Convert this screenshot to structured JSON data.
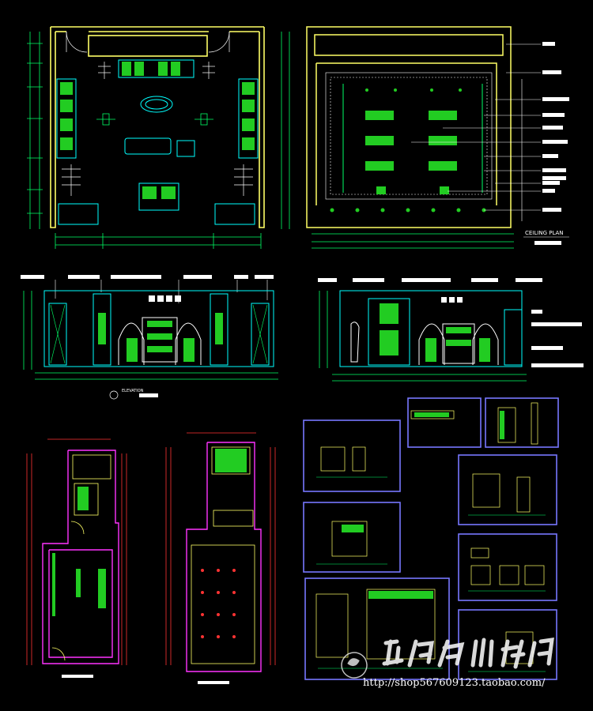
{
  "colors": {
    "background": "#000000",
    "wall": "#ffff66",
    "dimension": "#00ff66",
    "furniture": "#00ffff",
    "detail": "#66ff33",
    "magenta": "#ff33ff",
    "red": "#ff3333",
    "panel_frame": "#7777ff",
    "white": "#ffffff"
  },
  "ceiling_plan": {
    "caption_en": "CEILING PLAN"
  },
  "elevation": {
    "caption_en": "ELEVATION"
  },
  "watermark": {
    "url": "http://shop567609123.taobao.com/"
  },
  "icons": [
    "plan-drawing",
    "ceiling-drawing",
    "elevation-drawing",
    "detail-panel",
    "logo-stamp",
    "watermark-calligraphy"
  ]
}
